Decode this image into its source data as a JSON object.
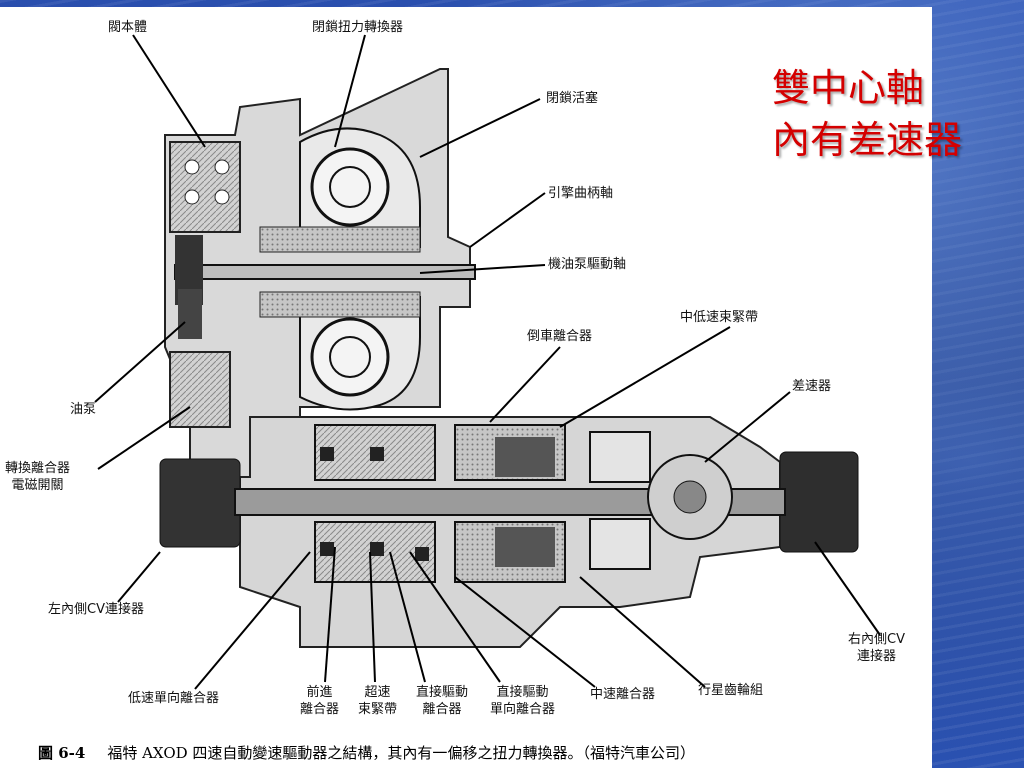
{
  "slide": {
    "title_line1": "雙中心軸",
    "title_line2": "內有差速器",
    "title_color": "#d40000"
  },
  "caption": {
    "figure": "圖 6-4",
    "text": "福特 AXOD 四速自動變速驅動器之結構，其內有一偏移之扭力轉換器。（福特汽車公司）"
  },
  "labels": {
    "valve_body": "閥本體",
    "lockup_converter": "閉鎖扭力轉換器",
    "lockup_piston": "閉鎖活塞",
    "crankshaft": "引擎曲柄軸",
    "oil_pump_drive": "機油泵驅動軸",
    "low_inter_band": "中低速束緊帶",
    "reverse_clutch": "倒車離合器",
    "differential": "差速器",
    "oil_pump": "油泵",
    "converter_solenoid_1": "轉換離合器",
    "converter_solenoid_2": "電磁開關",
    "left_cv": "左內側CV連接器",
    "right_cv_1": "右內側CV",
    "right_cv_2": "連接器",
    "low_oneway_clutch": "低速單向離合器",
    "forward_clutch_1": "前進",
    "forward_clutch_2": "離合器",
    "overdrive_band_1": "超速",
    "overdrive_band_2": "束緊帶",
    "direct_clutch_1": "直接驅動",
    "direct_clutch_2": "離合器",
    "direct_oneway_1": "直接驅動",
    "direct_oneway_2": "單向離合器",
    "intermediate_clutch": "中速離合器",
    "planetary_set": "行星齒輪組"
  }
}
